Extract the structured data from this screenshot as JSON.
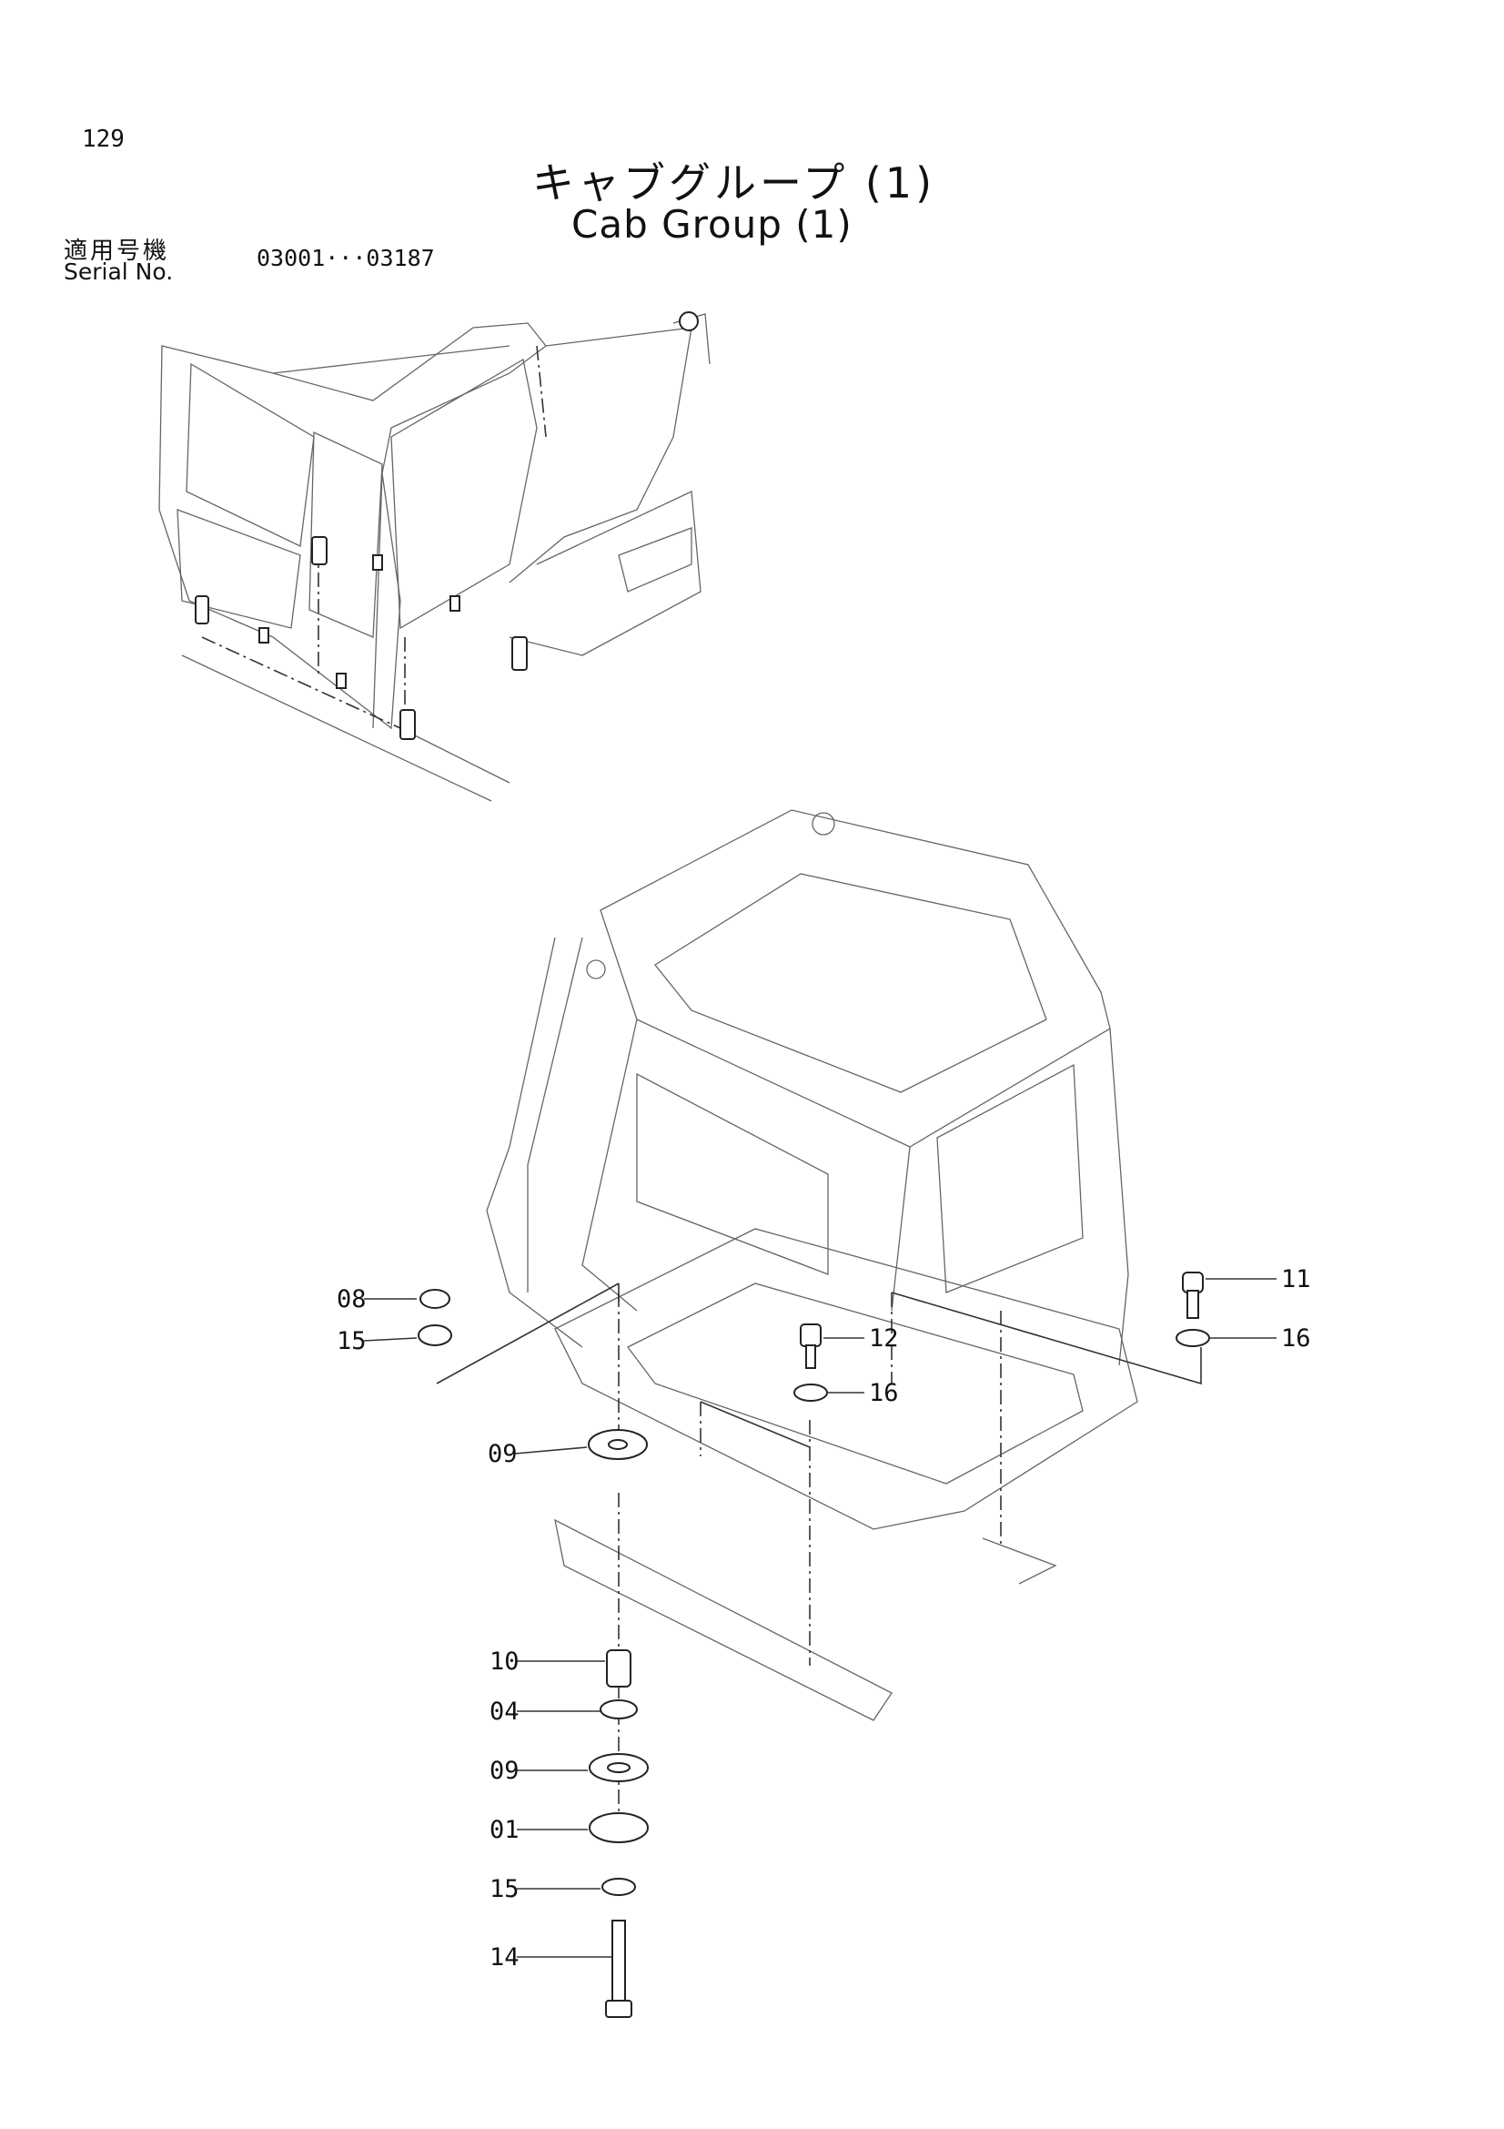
{
  "header": {
    "page_number": "129",
    "title_jp": "キャブグループ (1)",
    "title_en": "Cab Group (1)",
    "serial_label_jp": "適用号機",
    "serial_label_en": "Serial No.",
    "serial_range": "03001···03187"
  },
  "callouts": [
    {
      "id": "08",
      "label": "08"
    },
    {
      "id": "15a",
      "label": "15"
    },
    {
      "id": "09a",
      "label": "09"
    },
    {
      "id": "12",
      "label": "12"
    },
    {
      "id": "16a",
      "label": "16"
    },
    {
      "id": "11",
      "label": "11"
    },
    {
      "id": "16b",
      "label": "16"
    },
    {
      "id": "10",
      "label": "10"
    },
    {
      "id": "04",
      "label": "04"
    },
    {
      "id": "09b",
      "label": "09"
    },
    {
      "id": "01",
      "label": "01"
    },
    {
      "id": "15b",
      "label": "15"
    },
    {
      "id": "14",
      "label": "14"
    }
  ]
}
